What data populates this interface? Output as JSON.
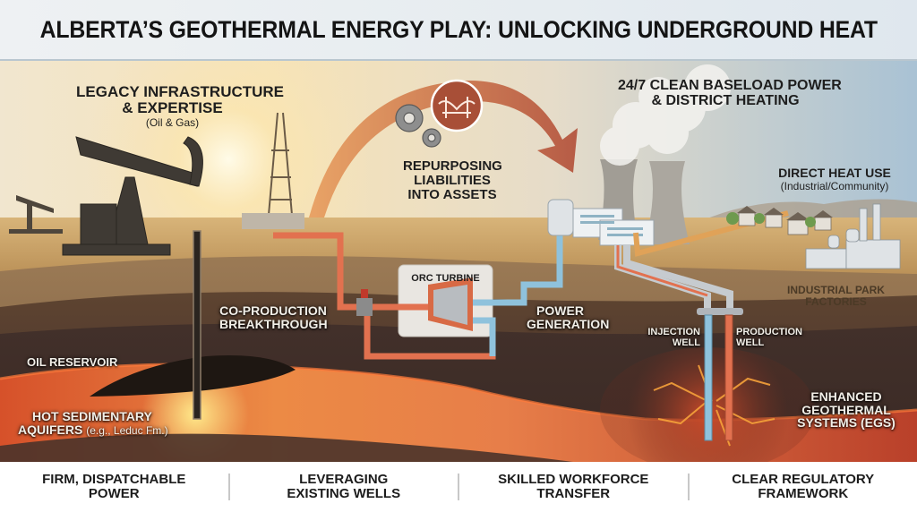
{
  "title": "ALBERTA’S GEOTHERMAL ENERGY PLAY: UNLOCKING UNDERGROUND HEAT",
  "labels": {
    "legacy": {
      "line1": "LEGACY INFRASTRUCTURE",
      "line2": "& EXPERTISE",
      "sub": "(Oil & Gas)"
    },
    "repurposing": {
      "line1": "REPURPOSING",
      "line2": "LIABILITIES",
      "line3": "INTO ASSETS"
    },
    "baseload": {
      "line1": "24/7 CLEAN BASELOAD POWER",
      "line2": "& DISTRICT HEATING"
    },
    "direct_heat": {
      "line1": "DIRECT HEAT USE",
      "sub": "(Industrial/Community)"
    },
    "orc_turbine": "ORC TURBINE",
    "co_production": {
      "line1": "CO-PRODUCTION",
      "line2": "BREAKTHROUGH"
    },
    "power_generation": {
      "line1": "POWER",
      "line2": "GENERATION"
    },
    "industrial_park": {
      "line1": "INDUSTRIAL PARK",
      "line2": "FACTORIES"
    },
    "injection_well": {
      "line1": "INJECTION",
      "line2": "WELL"
    },
    "production_well": {
      "line1": "PRODUCTION",
      "line2": "WELL"
    },
    "oil_reservoir": "OIL RESERVOIR",
    "hot_aquifers": {
      "line1": "HOT SEDIMENTARY",
      "line2": "AQUIFERS",
      "sub": "(e.g., Leduc Fm.)"
    },
    "egs": {
      "line1": "ENHANCED",
      "line2": "GEOTHERMAL",
      "line3": "SYSTEMS (EGS)"
    }
  },
  "icons": {
    "bridge": "bridge-icon",
    "gears": "gear-icon"
  },
  "footer": [
    {
      "line1": "FIRM, DISPATCHABLE",
      "line2": "POWER"
    },
    {
      "line1": "LEVERAGING",
      "line2": "EXISTING WELLS"
    },
    {
      "line1": "SKILLED WORKFORCE",
      "line2": "TRANSFER"
    },
    {
      "line1": "CLEAR REGULATORY",
      "line2": "FRAMEWORK"
    }
  ],
  "colors": {
    "hot_pipe": "#e2714f",
    "cold_pipe": "#8fc2dc",
    "arrow_start": "#e8a062",
    "arrow_end": "#b4553f",
    "bridge_badge": "#a84f37",
    "magma": "#e0562a",
    "soil_dark": "#3d2a1f",
    "prairie": "#c9a56a"
  }
}
